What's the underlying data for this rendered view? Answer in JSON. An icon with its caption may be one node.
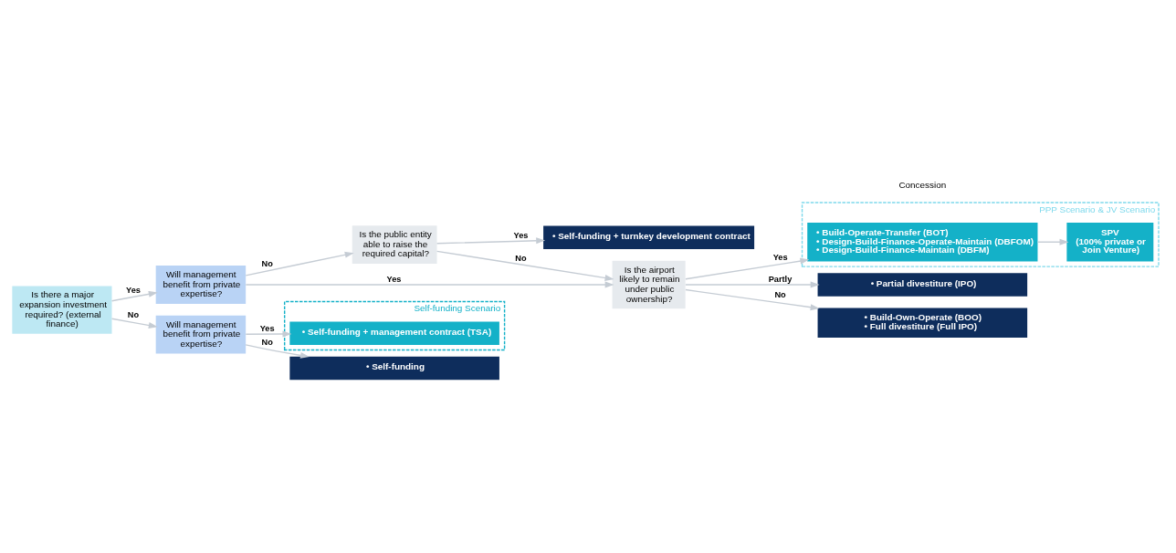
{
  "diagram": {
    "nodes": [
      {
        "text": [
          "Is there a major expansion investment required? (external finance)"
        ]
      },
      {
        "text": [
          "Will management benefit from private expertise?"
        ]
      },
      {
        "text": [
          "Is the public entity able to raise the required capital?"
        ]
      },
      {
        "text": [
          "Is the airport likely to remain under public ownership?"
        ]
      },
      {
        "text": [
          "Will management benefit from private expertise?"
        ]
      },
      {
        "text": [
          "• Self-funding + turnkey development contract"
        ]
      },
      {
        "text": [
          "PPP Scenario & JV Scenario"
        ]
      },
      {
        "text": [
          "• Build-Operate-Transfer (BOT)",
          "• Design-Build-Finance-Operate-Maintain (DBFOM)",
          "• Design-Build-Finance-Maintain (DBFM)"
        ],
        "in": 6
      },
      {
        "text": [
          "SPV",
          "(100% private or Join Venture)"
        ],
        "in": 6
      },
      {
        "text": [
          "• Partial divestiture (IPO)"
        ]
      },
      {
        "text": [
          "• Build-Own-Operate (BOO)",
          "• Full divestiture (Full IPO)"
        ]
      },
      {
        "text": [
          "Self-funding Scenario"
        ]
      },
      {
        "text": [
          "• Self-funding + management contract (TSA)"
        ],
        "in": 11
      },
      {
        "text": [
          "• Self-funding"
        ]
      }
    ],
    "edges": [
      {
        "from": 0,
        "to": 1,
        "arrow": "to",
        "label": "Yes"
      },
      {
        "from": 0,
        "to": 4,
        "arrow": "to",
        "label": "No"
      },
      {
        "from": 1,
        "to": 2,
        "arrow": "to",
        "label": "No"
      },
      {
        "from": 1,
        "to": 3,
        "arrow": "to",
        "label": "Yes"
      },
      {
        "from": 2,
        "to": 5,
        "arrow": "to",
        "label": "Yes"
      },
      {
        "from": 2,
        "to": 3,
        "arrow": "to",
        "label": "No"
      },
      {
        "from": 3,
        "to": 7,
        "arrow": "to",
        "label": "Yes"
      },
      {
        "from": 3,
        "to": 9,
        "arrow": "to",
        "label": "Partly"
      },
      {
        "from": 3,
        "to": 10,
        "arrow": "to",
        "label": "No"
      },
      {
        "from": 7,
        "to": 8,
        "arrow": "to"
      },
      {
        "from": 4,
        "to": 12,
        "arrow": "to",
        "label": "Yes"
      },
      {
        "from": 4,
        "to": 13,
        "arrow": "to",
        "label": "No"
      }
    ],
    "labels": [
      "Concession"
    ]
  }
}
